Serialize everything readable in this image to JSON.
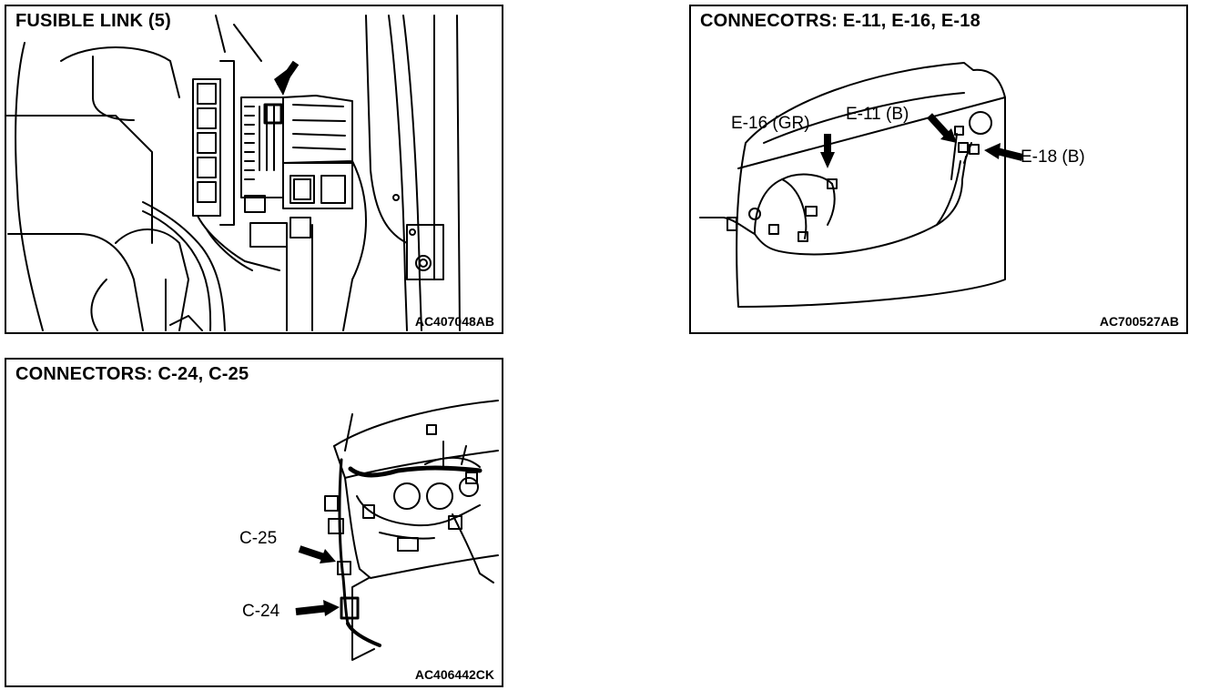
{
  "panels": {
    "fusible": {
      "title": "FUSIBLE LINK (5)",
      "code": "AC407048AB"
    },
    "connectors_e": {
      "title": "CONNECOTRS: E-11, E-16, E-18",
      "code": "AC700527AB",
      "labels": {
        "e16": "E-16 (GR)",
        "e11": "E-11 (B)",
        "e18": "E-18 (B)"
      }
    },
    "connectors_c": {
      "title": "CONNECTORS: C-24, C-25",
      "code": "AC406442CK",
      "labels": {
        "c25": "C-25",
        "c24": "C-24"
      }
    }
  }
}
